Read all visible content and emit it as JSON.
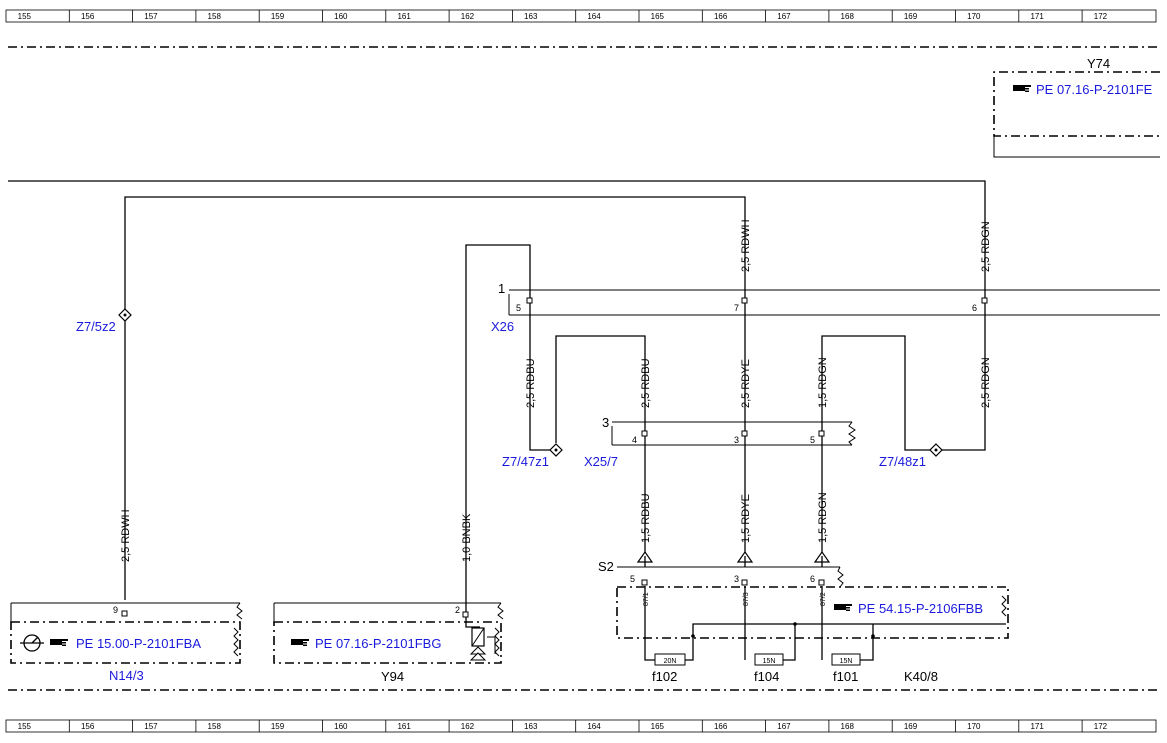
{
  "ruler": [
    "155",
    "156",
    "157",
    "158",
    "159",
    "160",
    "161",
    "162",
    "163",
    "164",
    "165",
    "166",
    "167",
    "168",
    "169",
    "170",
    "171",
    "172"
  ],
  "components": {
    "y74": {
      "name": "Y74",
      "ref": "PE 07.16-P-2101FE"
    },
    "n14_3": {
      "name": "N14/3",
      "ref": "PE 15.00-P-2101FBA",
      "pin": "9"
    },
    "y94": {
      "name": "Y94",
      "ref": "PE 07.16-P-2101FBG",
      "pin": "2"
    },
    "k40_8": {
      "name": "K40/8",
      "ref": "PE 54.15-P-2106FBB"
    },
    "x26": {
      "name": "X26",
      "number": "1",
      "pins": [
        "5",
        "7",
        "6"
      ]
    },
    "x25_7": {
      "name": "X25/7",
      "number": "3",
      "pins": [
        "4",
        "3",
        "5"
      ]
    },
    "s2": {
      "name": "S2",
      "pins": [
        "5",
        "3",
        "6"
      ],
      "relays": [
        "87/1",
        "87/3",
        "87/2"
      ]
    }
  },
  "splices": {
    "z7_5z2": "Z7/5z2",
    "z7_47z1": "Z7/47z1",
    "z7_48z1": "Z7/48z1"
  },
  "wires": {
    "w1": "2,5 RDWH",
    "w2": "2,5 RDWH",
    "w3": "2,5 RDGN",
    "w4": "1,0 BNBK",
    "w5": "2,5 RDBU",
    "w6": "2,5 RDBU",
    "w7": "2,5 RDYE",
    "w8": "1,5 RDGN",
    "w9": "2,5 RDGN",
    "w10": "1,5 RDBU",
    "w11": "1,5 RDYE",
    "w12": "1,5 RDGN"
  },
  "fuses": [
    {
      "name": "f102",
      "rating": "20N"
    },
    {
      "name": "f104",
      "rating": "15N"
    },
    {
      "name": "f101",
      "rating": "15N"
    }
  ],
  "icons": {
    "ref": "pointing-hand-icon",
    "sensor": "sensor-symbol-icon",
    "valve": "solenoid-valve-icon"
  }
}
